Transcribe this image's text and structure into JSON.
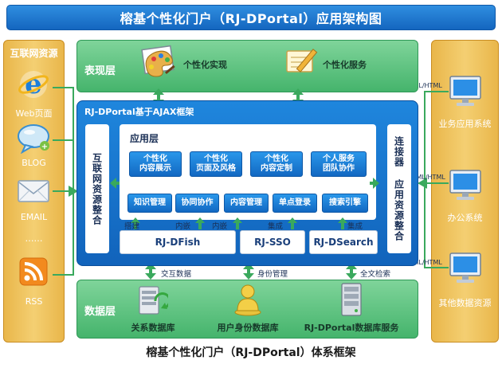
{
  "title": "榕基个性化门户（RJ-DPortal）应用架构图",
  "caption": "榕基个性化门户（RJ-DPortal）体系框架",
  "left_panel": {
    "title": "互联网资源",
    "items": [
      {
        "label": "Web页面",
        "icon": "ie-icon"
      },
      {
        "label": "BLOG",
        "icon": "chat-bubble-icon"
      },
      {
        "label": "EMAIL",
        "icon": "envelope-icon"
      },
      {
        "label": "……",
        "icon": ""
      },
      {
        "label": "RSS",
        "icon": "rss-icon"
      }
    ]
  },
  "right_panel": {
    "items": [
      {
        "label": "业务应用系统",
        "link": "XML/HTML"
      },
      {
        "label": "办公系统",
        "link": "XML/HTML"
      },
      {
        "label": "其他数据资源",
        "link": "XML/HTML"
      }
    ]
  },
  "presentation_layer": {
    "name": "表现层",
    "items": [
      {
        "label": "个性化实现",
        "icon": "palette-icon"
      },
      {
        "label": "个性化服务",
        "icon": "pencil-icon"
      }
    ]
  },
  "framework": {
    "title": "RJ-DPortal基于AJAX框架",
    "left_vertical": "互联网资源整合",
    "right_vertical": "连接器 应用资源整合",
    "app_layer": {
      "name": "应用层",
      "row1": [
        "个性化\n内容展示",
        "个性化\n页面及风格",
        "个性化\n内容定制",
        "个人服务\n团队协作"
      ],
      "row2": [
        "知识管理",
        "协同协作",
        "内容管理",
        "单点登录",
        "搜索引擎"
      ]
    },
    "edge_labels": [
      "搭建",
      "内嵌",
      "内嵌",
      "集成",
      "集成"
    ],
    "bases": [
      "RJ-DFish",
      "RJ-SSO",
      "RJ-DSearch"
    ]
  },
  "connectors": [
    "交互数据",
    "身份管理",
    "全文检索"
  ],
  "data_layer": {
    "name": "数据层",
    "items": [
      {
        "label": "关系数据库",
        "icon": "database-sync-icon"
      },
      {
        "label": "用户身份数据库",
        "icon": "user-icon"
      },
      {
        "label": "RJ-DPortal数据库服务",
        "icon": "server-icon"
      }
    ]
  }
}
